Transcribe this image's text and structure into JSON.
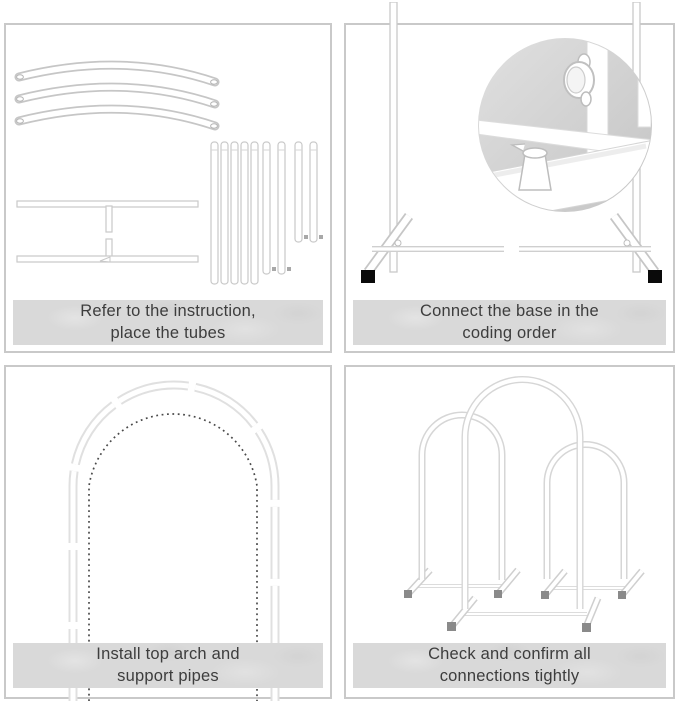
{
  "image_type": "product-assembly-instructions",
  "subject": "metal wedding arch backdrop stand",
  "colors": {
    "background": "#ffffff",
    "panel_border": "#c9c9c9",
    "caption_bar": "#d9d9d9",
    "caption_text": "#3d3d3d",
    "tube_outline": "#c6c6c6",
    "tube_fill": "#ffffff",
    "foot_cap_black": "#0a0a0a",
    "foot_cap_gray": "#8a8a8a",
    "magnifier_fill": "#d2d2d2",
    "dotted_guide": "#4a4a4a"
  },
  "panels": [
    {
      "id": "step-1",
      "caption": "Refer to the instruction,\nplace the tubes",
      "illustration": "disassembled-parts: three curved top tubes, two T-shaped base bars, bundle of nine support tubes"
    },
    {
      "id": "step-2",
      "caption": "Connect the base in the\ncoding order",
      "illustration": "two upright poles on T-feet with black end caps, connecting crossbar, magnified circle showing thumb-screw connectors"
    },
    {
      "id": "step-3",
      "caption": "Install top arch and\nsupport pipes",
      "illustration": "segmented arch frame outline with inner dotted guide line"
    },
    {
      "id": "step-4",
      "caption": "Check and confirm all\nconnections tightly",
      "illustration": "three assembled arches of different heights on T-feet with gray end caps"
    }
  ]
}
